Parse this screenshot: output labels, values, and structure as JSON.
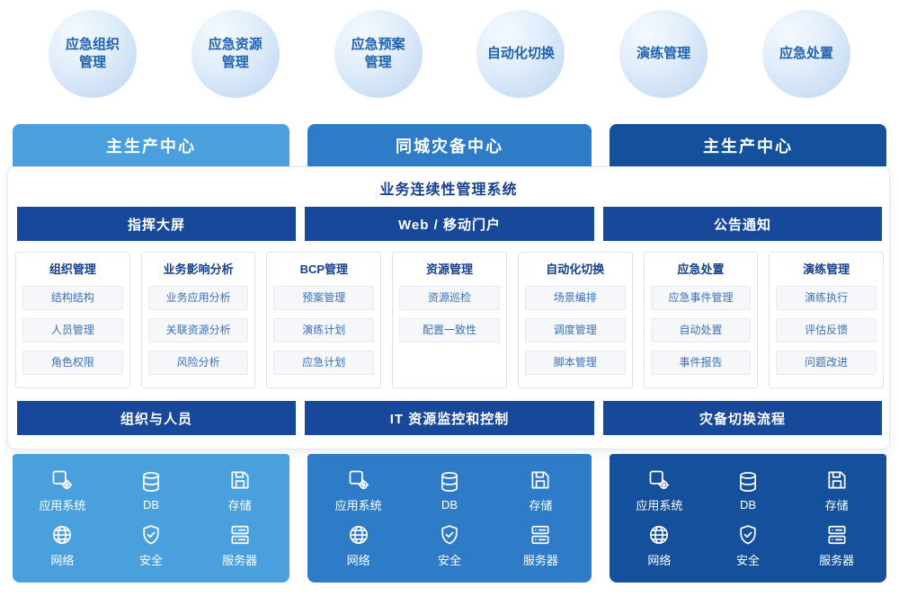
{
  "title": "业务连续性管理系统",
  "bubbles": [
    {
      "label": "应急组织\n管理"
    },
    {
      "label": "应急资源\n管理"
    },
    {
      "label": "应急预案\n管理"
    },
    {
      "label": "自动化切换"
    },
    {
      "label": "演练管理"
    },
    {
      "label": "应急处置"
    }
  ],
  "centers": [
    {
      "label": "主生产中心",
      "color": "#4AA0DC"
    },
    {
      "label": "同城灾备中心",
      "color": "#2E7CC7"
    },
    {
      "label": "主生产中心",
      "color": "#15509C"
    }
  ],
  "portals": [
    {
      "label": "指挥大屏"
    },
    {
      "label": "Web / 移动门户"
    },
    {
      "label": "公告通知"
    }
  ],
  "cards": [
    {
      "title": "组织管理",
      "items": [
        "结构结构",
        "人员管理",
        "角色权限"
      ]
    },
    {
      "title": "业务影响分析",
      "items": [
        "业务应用分析",
        "关联资源分析",
        "风险分析"
      ]
    },
    {
      "title": "BCP管理",
      "items": [
        "预案管理",
        "演练计划",
        "应急计划"
      ]
    },
    {
      "title": "资源管理",
      "items": [
        "资源巡检",
        "配置一致性"
      ]
    },
    {
      "title": "自动化切换",
      "items": [
        "场景编排",
        "调度管理",
        "脚本管理"
      ]
    },
    {
      "title": "应急处置",
      "items": [
        "应急事件管理",
        "自动处置",
        "事件报告"
      ]
    },
    {
      "title": "演练管理",
      "items": [
        "演练执行",
        "评估反馈",
        "问题改进"
      ]
    }
  ],
  "process_bars": [
    {
      "label": "组织与人员"
    },
    {
      "label": "IT 资源监控和控制"
    },
    {
      "label": "灾备切换流程"
    }
  ],
  "infra": {
    "items": [
      {
        "label": "应用系统",
        "icon": "app-system-icon"
      },
      {
        "label": "DB",
        "icon": "database-icon"
      },
      {
        "label": "存储",
        "icon": "storage-icon"
      },
      {
        "label": "网络",
        "icon": "network-icon"
      },
      {
        "label": "安全",
        "icon": "security-icon"
      },
      {
        "label": "服务器",
        "icon": "server-icon"
      }
    ]
  },
  "colors": {
    "navy_bar": "#17489A",
    "title_text": "#16408F",
    "bubble_text": "#1F62B0",
    "card_item_text": "#3A70B8",
    "left_panel": "#4AA0DC",
    "middle_panel": "#2E7CC7",
    "right_panel": "#15509C"
  }
}
